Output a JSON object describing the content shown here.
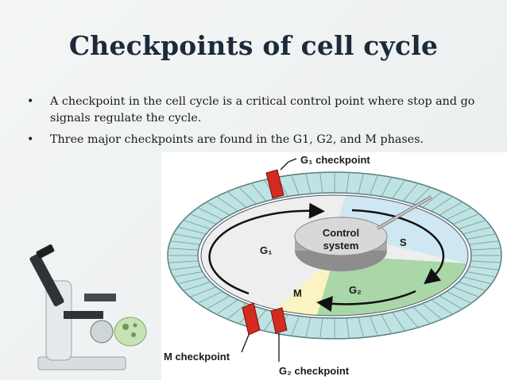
{
  "slide": {
    "title": "Checkpoints of cell cycle",
    "bullets": [
      "A checkpoint in the cell cycle is a critical control point where stop and go signals regulate the cycle.",
      "Three major checkpoints are found in the G1, G2, and M phases."
    ]
  },
  "diagram": {
    "labels": {
      "g1_checkpoint": "G₁ checkpoint",
      "m_checkpoint": "M checkpoint",
      "g2_checkpoint": "G₂ checkpoint",
      "control_line1": "Control",
      "control_line2": "system",
      "phase_g1": "G₁",
      "phase_s": "S",
      "phase_g2": "G₂",
      "phase_m": "M"
    },
    "colors": {
      "g1_phase": "#eeeeee",
      "s_phase": "#cfe6f3",
      "g2_phase": "#a9d7a8",
      "m_phase": "#fbf3c2",
      "outer_ring": "#bfe3e3",
      "checkpoint_red": "#d42a1f"
    }
  },
  "icons": {
    "decoration": "microscope-icon",
    "petri": "petri-dish-icon"
  }
}
